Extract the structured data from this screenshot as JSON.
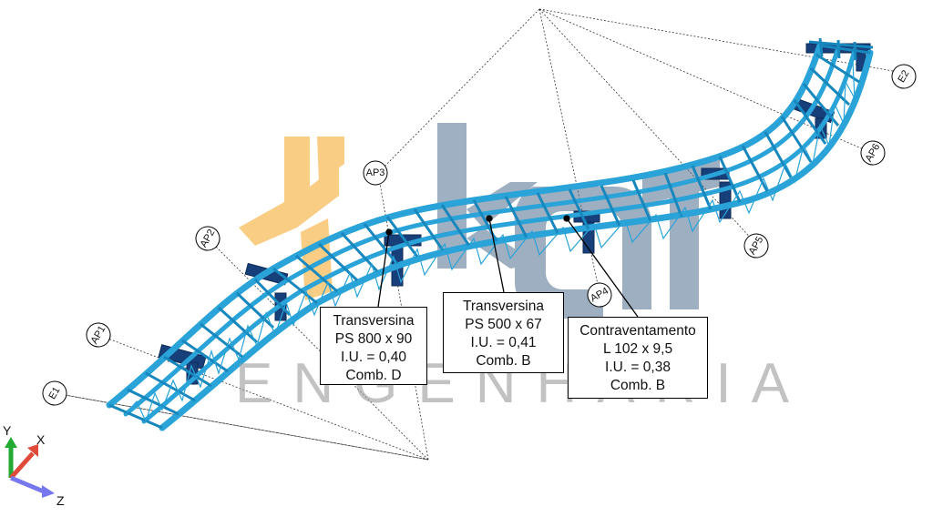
{
  "supports": [
    {
      "id": "e1",
      "label": "E1"
    },
    {
      "id": "ap1",
      "label": "AP1"
    },
    {
      "id": "ap2",
      "label": "AP2"
    },
    {
      "id": "ap3",
      "label": "AP3"
    },
    {
      "id": "ap4",
      "label": "AP4"
    },
    {
      "id": "ap5",
      "label": "AP5"
    },
    {
      "id": "ap6",
      "label": "AP6"
    },
    {
      "id": "e2",
      "label": "E2"
    }
  ],
  "callouts": [
    {
      "lines": [
        "Transversina",
        "PS 800 x 90",
        "I.U. = 0,40",
        "Comb. D"
      ]
    },
    {
      "lines": [
        "Transversina",
        "PS 500 x 67",
        "I.U. = 0,41",
        "Comb. B"
      ]
    },
    {
      "lines": [
        "Contraventamento",
        "L 102 x 9,5",
        "I.U. = 0,38",
        "Comb. B"
      ]
    }
  ],
  "watermark": {
    "word": "ENGENHARIA"
  },
  "axes": {
    "y": "Y",
    "x": "X",
    "z": "Z"
  },
  "colors": {
    "structure": "#29a3d8",
    "structure_dark": "#1787bd",
    "piers": "#173f7a",
    "logo_orange": "#f6a623",
    "logo_blue": "#4f6f8f",
    "axis_y": "#22aa33",
    "axis_x": "#e04a3a",
    "axis_z": "#7777ee"
  }
}
